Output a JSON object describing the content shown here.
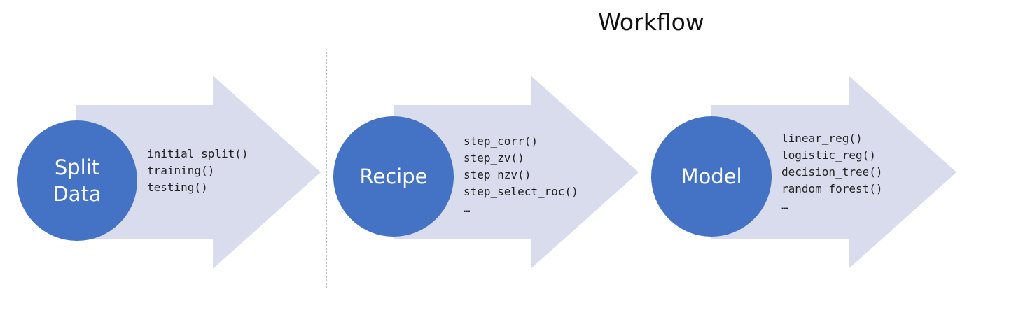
{
  "title": "Workflow",
  "colors": {
    "circle_fill": "#4472c4",
    "arrow_fill": "#d9dcec",
    "dashed_border": "#bfbfbf"
  },
  "stages": [
    {
      "label": "Split\nData",
      "functions": [
        "initial_split()",
        "training()",
        "testing()"
      ]
    },
    {
      "label": "Recipe",
      "functions": [
        "step_corr()",
        "step_zv()",
        "step_nzv()",
        "step_select_roc()",
        "…"
      ]
    },
    {
      "label": "Model",
      "functions": [
        "linear_reg()",
        "logistic_reg()",
        "decision_tree()",
        "random_forest()",
        "…"
      ]
    }
  ]
}
